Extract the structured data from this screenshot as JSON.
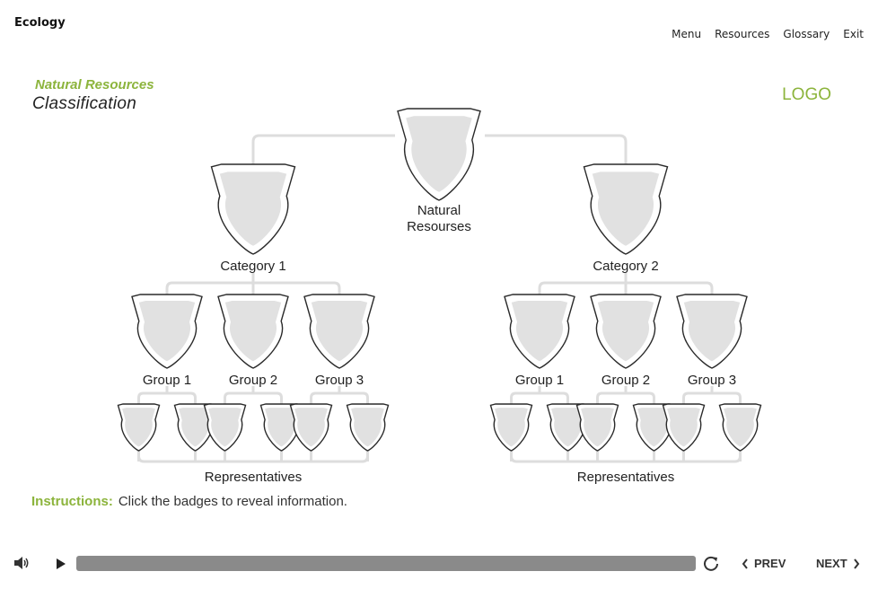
{
  "app": {
    "title": "Ecology"
  },
  "nav": {
    "menu": "Menu",
    "resources": "Resources",
    "glossary": "Glossary",
    "exit": "Exit"
  },
  "header": {
    "subtitle": "Natural Resources",
    "title": "Classification",
    "logo": "LOGO"
  },
  "diagram": {
    "root": {
      "label_line1": "Natural",
      "label_line2": "Resourses"
    },
    "categories": [
      {
        "label": "Category 1",
        "groups": [
          "Group 1",
          "Group 2",
          "Group 3"
        ],
        "representatives_label": "Representatives"
      },
      {
        "label": "Category 2",
        "groups": [
          "Group 1",
          "Group 2",
          "Group 3"
        ],
        "representatives_label": "Representatives"
      }
    ]
  },
  "instructions": {
    "label": "Instructions:",
    "text": "Click the badges to reveal information."
  },
  "player": {
    "prev": "PREV",
    "next": "NEXT"
  },
  "colors": {
    "accent": "#8cb43c",
    "connector": "#dddddd",
    "badge_fill": "#e1e1e1",
    "progress": "#8a8a8a"
  }
}
